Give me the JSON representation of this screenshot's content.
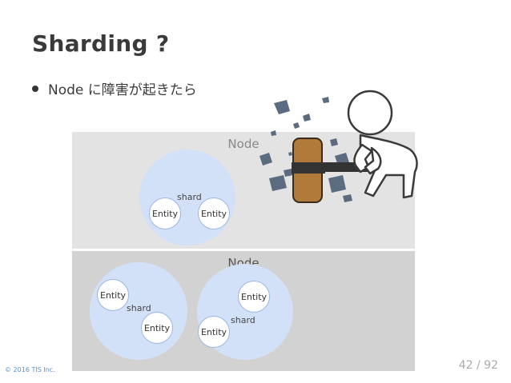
{
  "slide": {
    "title": "Sharding ?",
    "bullet": "Node に障害が起きたら",
    "footer": "© 2016 TIS Inc.",
    "page": "42 / 92"
  },
  "node1": {
    "label": "Node",
    "shard": {
      "label": "shard",
      "entities": [
        "Entity",
        "Entity"
      ]
    }
  },
  "node2": {
    "label": "Node",
    "shards": [
      {
        "label": "shard",
        "entities": [
          "Entity",
          "Entity"
        ]
      },
      {
        "label": "shard",
        "entities": [
          "Entity",
          "Entity"
        ]
      }
    ]
  },
  "colors": {
    "node_failed": "#e3e3e3",
    "node_active": "#d2d2d2",
    "shard_fill": "#d2e1f7",
    "hammer": "#b07a3a"
  },
  "illustration": {
    "icon": "person-smashing-with-hammer-icon"
  }
}
